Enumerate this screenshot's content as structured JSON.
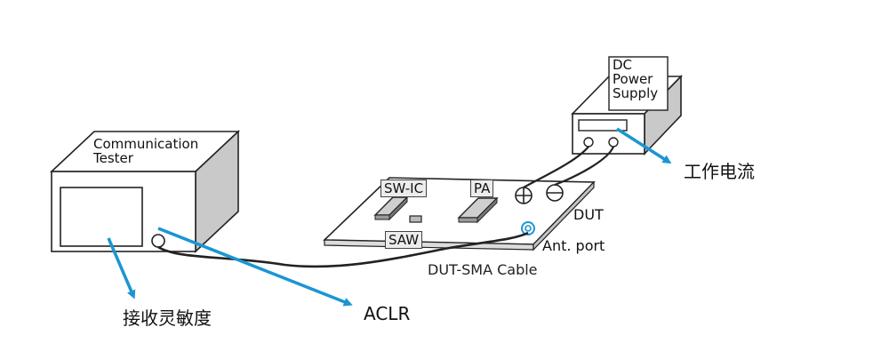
{
  "tester": {
    "label": "Communication\nTester"
  },
  "dut_board": {
    "sw_ic_label": "SW-IC",
    "pa_label": "PA",
    "saw_label": "SAW",
    "dut_label": "DUT",
    "ant_port_label": "Ant. port"
  },
  "cable": {
    "label": "DUT-SMA Cable"
  },
  "power_supply": {
    "label": "DC\nPower\nSupply"
  },
  "measurements": {
    "sensitivity_label": "接收灵敏度",
    "aclr_label": "ACLR",
    "current_label": "工作电流"
  },
  "colors": {
    "arrow": "#1a96d2",
    "line": "#222222",
    "panel_gray": "#cfcfcf"
  }
}
